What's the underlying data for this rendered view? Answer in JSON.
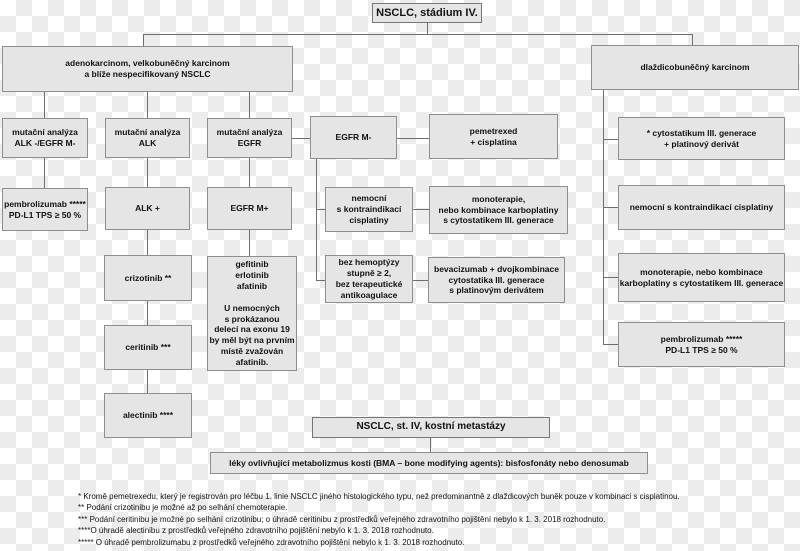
{
  "colors": {
    "checker-light": "#ffffff",
    "checker-dark": "#ececec",
    "box-fill": "#e5e5e5",
    "box-border": "#8e8e8e",
    "title-border": "#767676",
    "line": "#6e6e6e",
    "text": "#111111"
  },
  "nodes": {
    "main_title": [
      "NSCLC, stádium IV."
    ],
    "adeno": [
      "adenokarcinom, velkobuněčný karcinom",
      "a blíže nespecifikovaný NSCLC"
    ],
    "squamous": [
      "dlaždicobuněčný karcinom"
    ],
    "mut_alk_egfr": [
      "mutační analýza",
      "ALK -/EGFR M-"
    ],
    "mut_alk": [
      "mutační analýza",
      "ALK"
    ],
    "mut_egfr": [
      "mutační analýza",
      "EGFR"
    ],
    "egfr_neg": [
      "EGFR M-"
    ],
    "pemetrexed": [
      "pemetrexed",
      "+ cisplatina"
    ],
    "pembro_left": [
      "pembrolizumab *****",
      "PD-L1 TPS ≥ 50 %"
    ],
    "alk_pos": [
      "ALK +"
    ],
    "egfr_pos": [
      "EGFR M+"
    ],
    "contra_mid": [
      "nemocní",
      "s kontraindikací",
      "cisplatiny"
    ],
    "mono_mid": [
      "monoterapie,",
      "nebo kombinace karboplatiny",
      "s cytostatikem III. generace"
    ],
    "crizotinib": [
      "crizotinib **"
    ],
    "gefitinib": [
      "gefitinib",
      "erlotinib",
      "afatinib",
      "",
      "U nemocných",
      "s prokázanou",
      "delecí na exonu 19",
      "by měl být na prvním",
      "místě zvažován",
      "afatinib."
    ],
    "ceritinib": [
      "ceritinib ***"
    ],
    "alectinib": [
      "alectinib ****"
    ],
    "hemoptysis": [
      "bez hemoptýzy",
      "stupně ≥ 2,",
      "bez terapeutické",
      "antikoagulace"
    ],
    "bevacizumab": [
      "bevacizumab + dvojkombinace",
      "cytostatika III. generace",
      "s platinovým derivátem"
    ],
    "cytostatic": [
      "* cytostatikum III. generace",
      "+ platinový derivát"
    ],
    "contra_right": [
      "nemocní s kontraindikací cisplatiny"
    ],
    "mono_right": [
      "monoterapie, nebo kombinace",
      "karboplatiny s cytostatikem III. generace"
    ],
    "pembro_right": [
      "pembrolizumab *****",
      "PD-L1 TPS ≥ 50 %"
    ],
    "bone_title": [
      "NSCLC, st. IV, kostní metastázy"
    ],
    "bone_tx": [
      "léky ovlivňující metabolizmus kosti (BMA – bone modifying agents): bisfosfonáty nebo denosumab"
    ]
  },
  "footnotes": [
    "* Kromě pemetrexedu, který je registrován pro léčbu 1. linie NSCLC jiného histologického typu, než predominantně z dlaždicových buněk pouze v kombinaci s cisplatinou.",
    "** Podání crizotinibu je možné až po selhání chemoterapie.",
    "*** Podání ceritinibu je možné po selhání crizotinibu; o úhradě ceritinibu z prostředků veřejného zdravotního pojištění nebylo k 1. 3. 2018 rozhodnuto.",
    "****O úhradě alectinibu z prostředků veřejného zdravotního pojištění nebylo k 1. 3. 2018 rozhodnuto.",
    "***** O úhradě pembrolizumabu z prostředků veřejného zdravotního pojištění nebylo k 1. 3. 2018 rozhodnuto."
  ]
}
